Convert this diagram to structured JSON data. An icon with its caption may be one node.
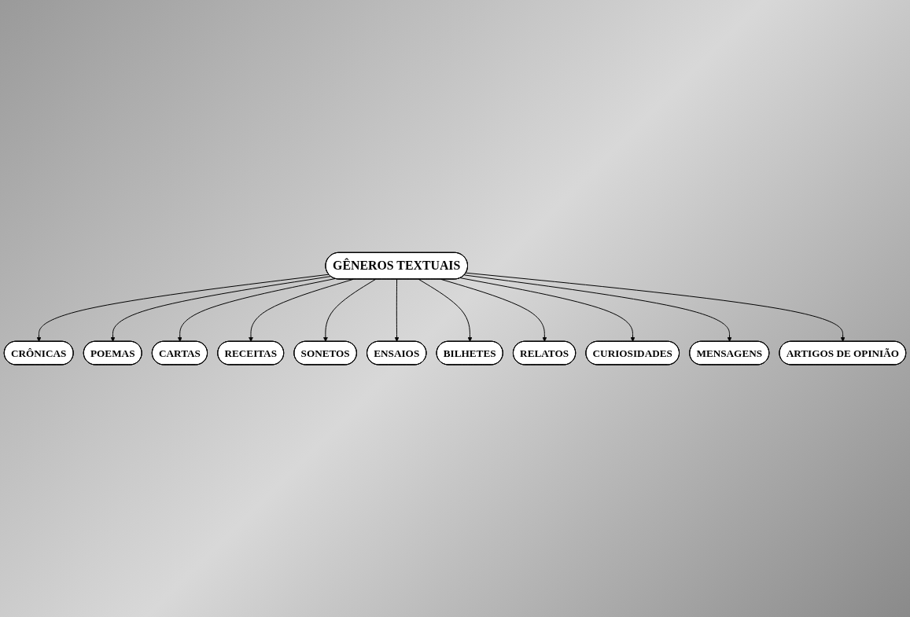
{
  "diagram": {
    "nodes": [
      {
        "text": [
          "GÊNEROS TEXTUAIS"
        ]
      },
      {
        "text": [
          "CRÔNICAS"
        ]
      },
      {
        "text": [
          "POEMAS"
        ]
      },
      {
        "text": [
          "CARTAS"
        ]
      },
      {
        "text": [
          "RECEITAS"
        ]
      },
      {
        "text": [
          "SONETOS"
        ]
      },
      {
        "text": [
          "ENSAIOS"
        ]
      },
      {
        "text": [
          "BILHETES"
        ]
      },
      {
        "text": [
          "RELATOS"
        ]
      },
      {
        "text": [
          "CURIOSIDADES"
        ]
      },
      {
        "text": [
          "MENSAGENS"
        ]
      },
      {
        "text": [
          "ARTIGOS DE OPINIÃO"
        ]
      }
    ],
    "edges": [
      {
        "from": 0,
        "to": 1,
        "arrow": "to"
      },
      {
        "from": 0,
        "to": 2,
        "arrow": "to"
      },
      {
        "from": 0,
        "to": 3,
        "arrow": "to"
      },
      {
        "from": 0,
        "to": 4,
        "arrow": "to"
      },
      {
        "from": 0,
        "to": 5,
        "arrow": "to"
      },
      {
        "from": 0,
        "to": 6,
        "arrow": "to"
      },
      {
        "from": 0,
        "to": 7,
        "arrow": "to"
      },
      {
        "from": 0,
        "to": 8,
        "arrow": "to"
      },
      {
        "from": 0,
        "to": 9,
        "arrow": "to"
      },
      {
        "from": 0,
        "to": 10,
        "arrow": "to"
      },
      {
        "from": 0,
        "to": 11,
        "arrow": "to"
      }
    ]
  }
}
